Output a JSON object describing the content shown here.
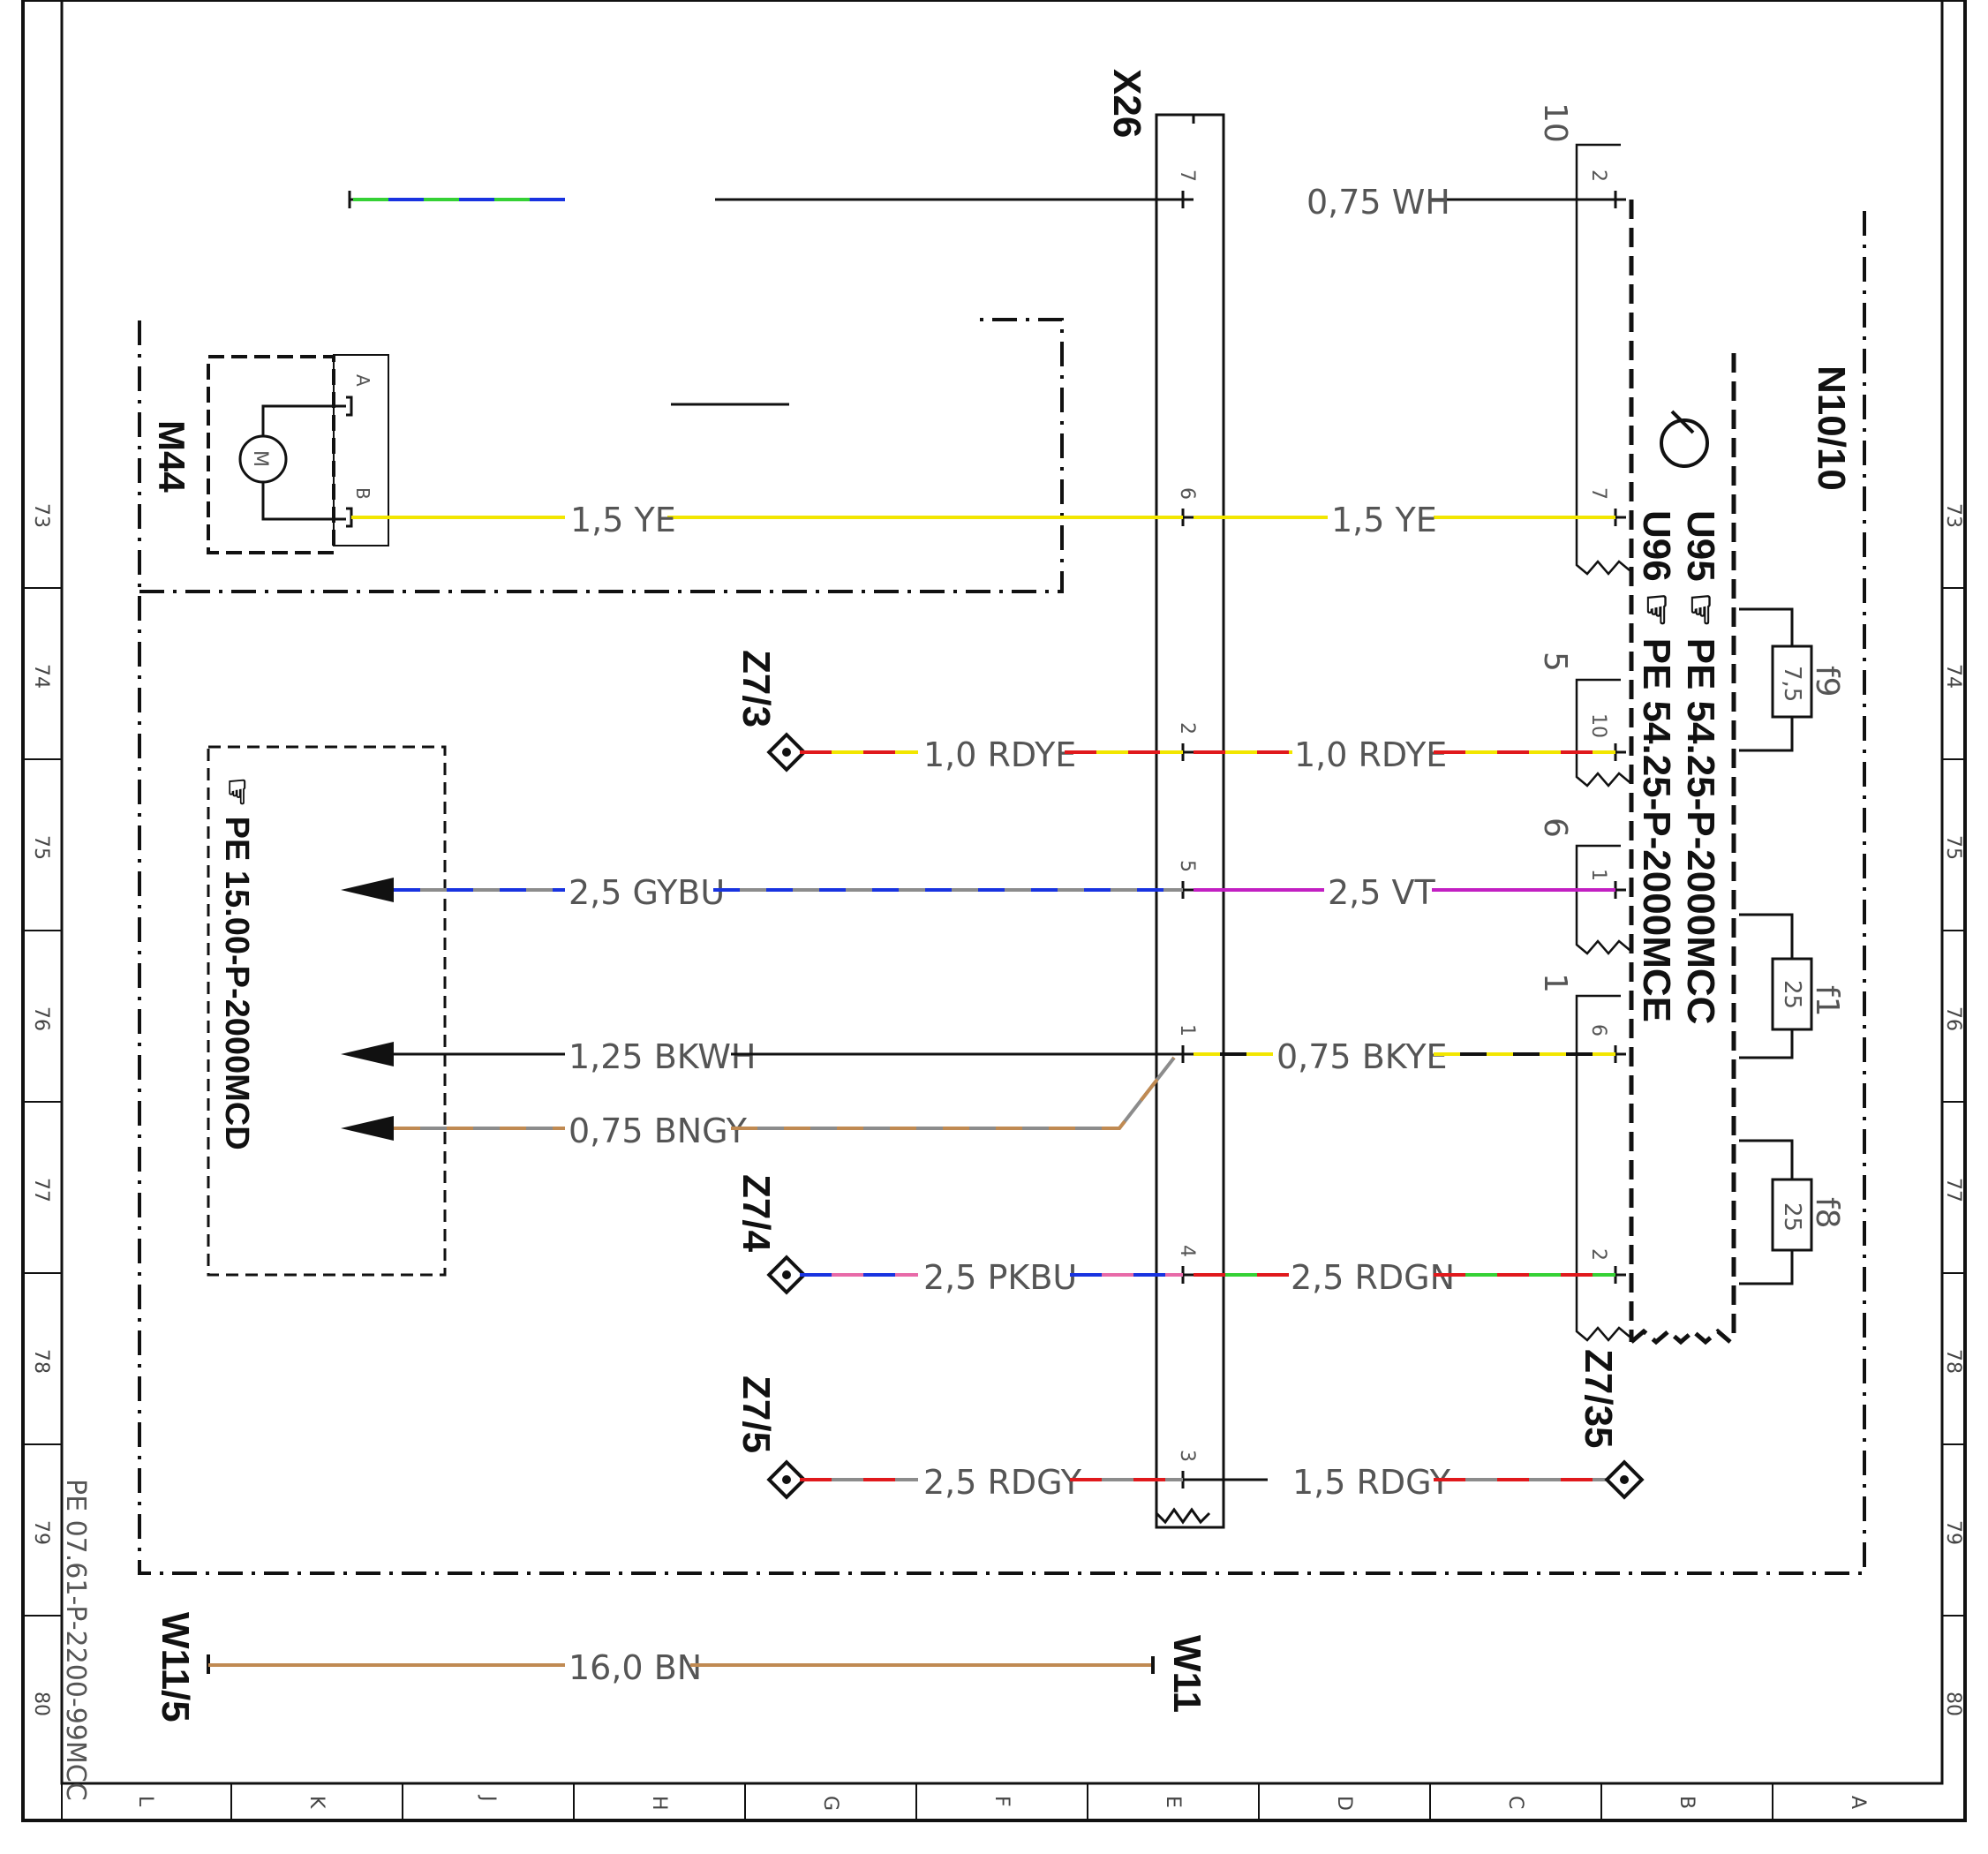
{
  "components": {
    "connector": "X26",
    "motor": "M44",
    "motor_symbol": "M",
    "motor_pin_a": "A",
    "motor_pin_b": "B",
    "module": "N10/10",
    "w11_5": "W11/5",
    "w11": "W11",
    "z7_3": "Z7/3",
    "z7_4": "Z7/4",
    "z7_5": "Z7/5",
    "z7_35": "Z7/35"
  },
  "references": {
    "u95": "U95",
    "u96": "U96",
    "pe_u95": "PE 54.25-P-2000MCC",
    "pe_u96": "PE 54.25-P-2000MCE",
    "pe_box": "PE 15.00-P-2000MCD",
    "doc_id": "PE 07.61-P-2200-99MCC"
  },
  "fuses": [
    {
      "id": "f9",
      "rating": "7,5"
    },
    {
      "id": "f1",
      "rating": "25"
    },
    {
      "id": "f8",
      "rating": "25"
    }
  ],
  "connector_pins": {
    "x26": [
      "7",
      "6",
      "2",
      "5",
      "1",
      "4",
      "3"
    ],
    "n10": [
      "2",
      "7",
      "10",
      "1",
      "6",
      "2"
    ],
    "n10_groups": [
      "10",
      "5",
      "6",
      "1"
    ]
  },
  "wires": {
    "left_yellow": "1,5 YE",
    "right_white": "0,75 WH",
    "right_yellow": "1,5 YE",
    "left_rdye": "1,0 RDYE",
    "right_rdye": "1,0 RDYE",
    "left_gybu": "2,5 GYBU",
    "right_vt": "2,5 VT",
    "left_bkwh": "1,25 BKWH",
    "right_bkye": "0,75 BKYE",
    "left_bngy": "0,75 BNGY",
    "left_pkbu": "2,5 PKBU",
    "right_rdgn": "2,5 RDGN",
    "left_rdgy": "2,5 RDGY",
    "right_rdgy": "1,5 RDGY",
    "ground_bn": "16,0 BN"
  },
  "colors": {
    "yellow": "#f2e600",
    "red": "#e0191c",
    "blue": "#1833e0",
    "grey": "#8c8c8c",
    "violet": "#c21fc2",
    "green": "#35d135",
    "pink": "#e86aa8",
    "brown": "#c08a52",
    "black": "#111111"
  },
  "grid": {
    "rows": [
      "73",
      "74",
      "75",
      "76",
      "77",
      "78",
      "79",
      "80"
    ],
    "cols": [
      "L",
      "K",
      "J",
      "H",
      "G",
      "F",
      "E",
      "D",
      "C",
      "B",
      "A"
    ]
  }
}
